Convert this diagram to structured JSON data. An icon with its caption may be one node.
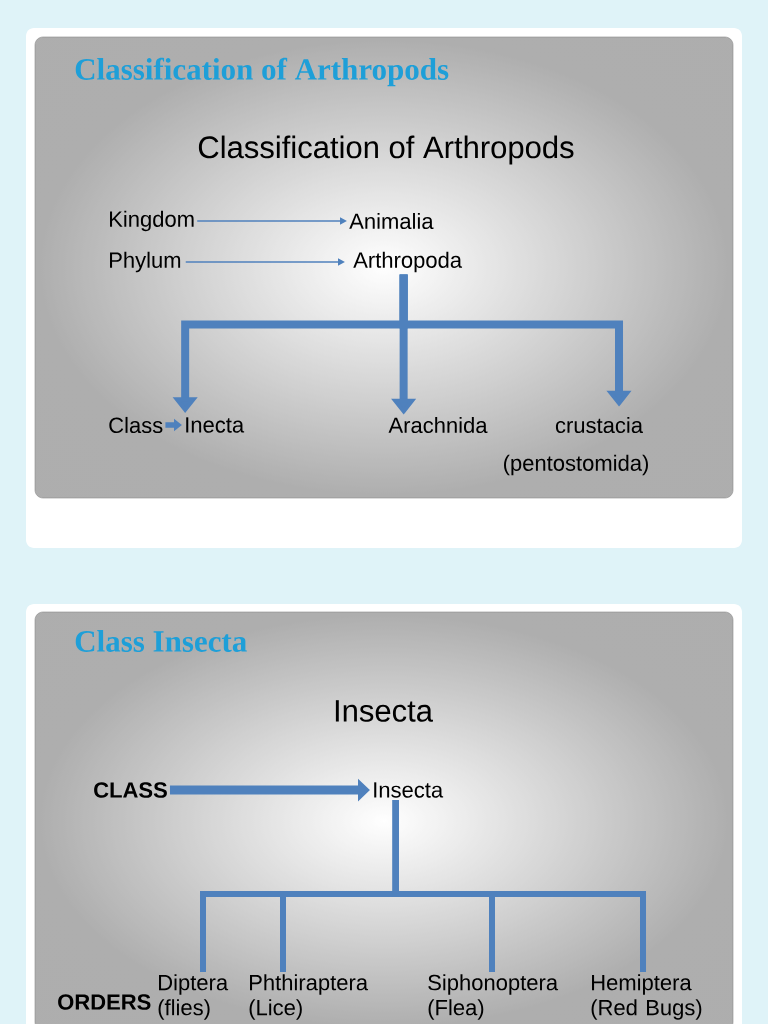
{
  "diagram": {
    "nodes": [
      {
        "text": [
          "Classification of Arthropods",
          "Classification of Arthropods"
        ]
      },
      {
        "text": [
          "Kingdom"
        ],
        "in": 0
      },
      {
        "text": [
          "Animalia"
        ],
        "in": 0
      },
      {
        "text": [
          "Phylum"
        ],
        "in": 0
      },
      {
        "text": [
          "Arthropoda"
        ],
        "in": 0
      },
      {
        "text": [
          "Class"
        ],
        "in": 0
      },
      {
        "text": [
          "Inecta"
        ],
        "in": 0
      },
      {
        "text": [
          "Arachnida"
        ],
        "in": 0
      },
      {
        "text": [
          "crustacia"
        ],
        "in": 0,
        "beside": [
          "(pentostomida)"
        ]
      },
      {
        "text": [
          "Class Insecta",
          "Insecta"
        ]
      },
      {
        "text": [
          "CLASS"
        ],
        "in": 9
      },
      {
        "text": [
          "Insecta"
        ],
        "in": 9
      },
      {
        "text": [
          "Diptera (flies)"
        ],
        "in": 9
      },
      {
        "text": [
          "Phthiraptera (Lice)"
        ],
        "in": 9
      },
      {
        "text": [
          "Siphonoptera (Flea)"
        ],
        "in": 9
      },
      {
        "text": [
          "Hemiptera (Red Bugs)"
        ],
        "in": 9
      }
    ],
    "edges": [
      {
        "from": 1,
        "to": 2,
        "arrow": "to"
      },
      {
        "from": 3,
        "to": 4,
        "arrow": "to"
      },
      {
        "from": 5,
        "to": 6,
        "arrow": "to"
      },
      {
        "from": 4,
        "to": 6,
        "arrow": "to"
      },
      {
        "from": 4,
        "to": 7,
        "arrow": "to"
      },
      {
        "from": 4,
        "to": 8,
        "arrow": "to"
      },
      {
        "from": 10,
        "to": 11,
        "arrow": "to"
      },
      {
        "from": 11,
        "to": 12,
        "arrow": "none"
      },
      {
        "from": 11,
        "to": 13,
        "arrow": "none"
      },
      {
        "from": 11,
        "to": 14,
        "arrow": "none"
      },
      {
        "from": 11,
        "to": 15,
        "arrow": "none"
      }
    ],
    "labels": [
      "ORDERS"
    ]
  }
}
